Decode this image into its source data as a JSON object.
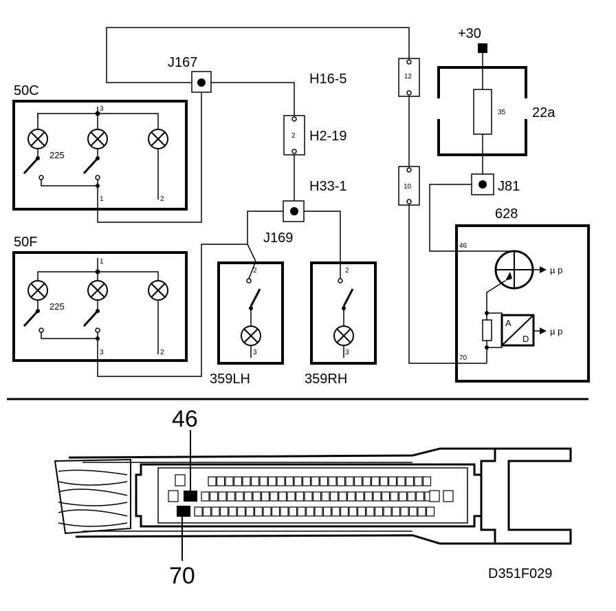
{
  "labels": {
    "j167": "J167",
    "h16_5": "H16-5",
    "plus30": "+30",
    "c50c": "50C",
    "c22a": "22a",
    "h2_19": "H2-19",
    "h33_1": "H33-1",
    "j81": "J81",
    "c628": "628",
    "c50f": "50F",
    "j169": "J169",
    "lh": "359LH",
    "rh": "359RH",
    "pin46": "46",
    "pin70": "70",
    "ref": "D351F029"
  },
  "pins": {
    "fuse12": "12",
    "fuse2": "2",
    "fuse10": "10",
    "fuse35": "35",
    "c50c_3": "3",
    "c50c_1": "1",
    "c50c_2": "2",
    "c50c_225": "225",
    "c50f_1": "1",
    "c50f_3": "3",
    "c50f_2": "2",
    "c50f_225": "225",
    "lh_2": "2",
    "lh_3": "3",
    "rh_2": "2",
    "rh_3": "3",
    "ecu_46": "46",
    "ecu_70": "70",
    "ad_a": "A",
    "ad_d": "D",
    "mup1": "µ p",
    "mup2": "µ p"
  },
  "icons": [
    "lamp-icon",
    "switch-icon",
    "fuse-icon",
    "junction-icon",
    "connector-icon"
  ]
}
